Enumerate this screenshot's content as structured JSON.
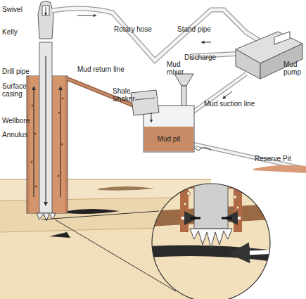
{
  "diagram": {
    "nodes": [
      {
        "text": [
          "Mud pit"
        ]
      }
    ],
    "labels": [
      "Swivel",
      "Kelly",
      "Drill pipe",
      "Surface casing",
      "Wellbore",
      "Annulus",
      "Rotary hose",
      "Stand pipe",
      "Discharge",
      "Mud mixer",
      "Mud pump",
      "Mud return line",
      "Shale Shaker",
      "Mud suction line",
      "Reserve Pit"
    ]
  }
}
